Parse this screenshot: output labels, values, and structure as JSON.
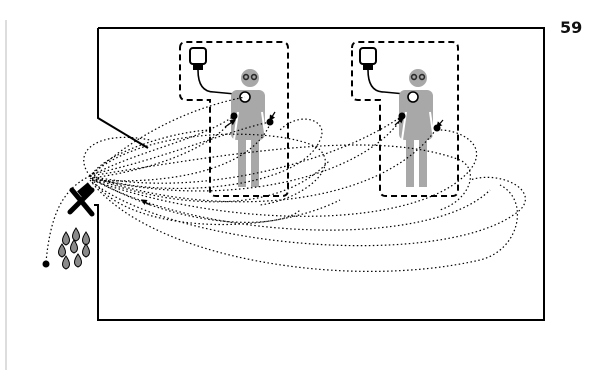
{
  "page": {
    "number": "59"
  },
  "colors": {
    "patient_body": "#a8a8a8",
    "patient_face": "#2a2a2a",
    "ink": "#000000",
    "drop": "#8a8a8a"
  },
  "icons": [
    "iv-bag-icon",
    "patient-icon",
    "water-drop-icon",
    "hand-rub-icon",
    "stethoscope-icon"
  ],
  "patients": [
    {
      "id": "patient-1"
    },
    {
      "id": "patient-2"
    }
  ],
  "sink": {
    "drop_count": 8
  }
}
